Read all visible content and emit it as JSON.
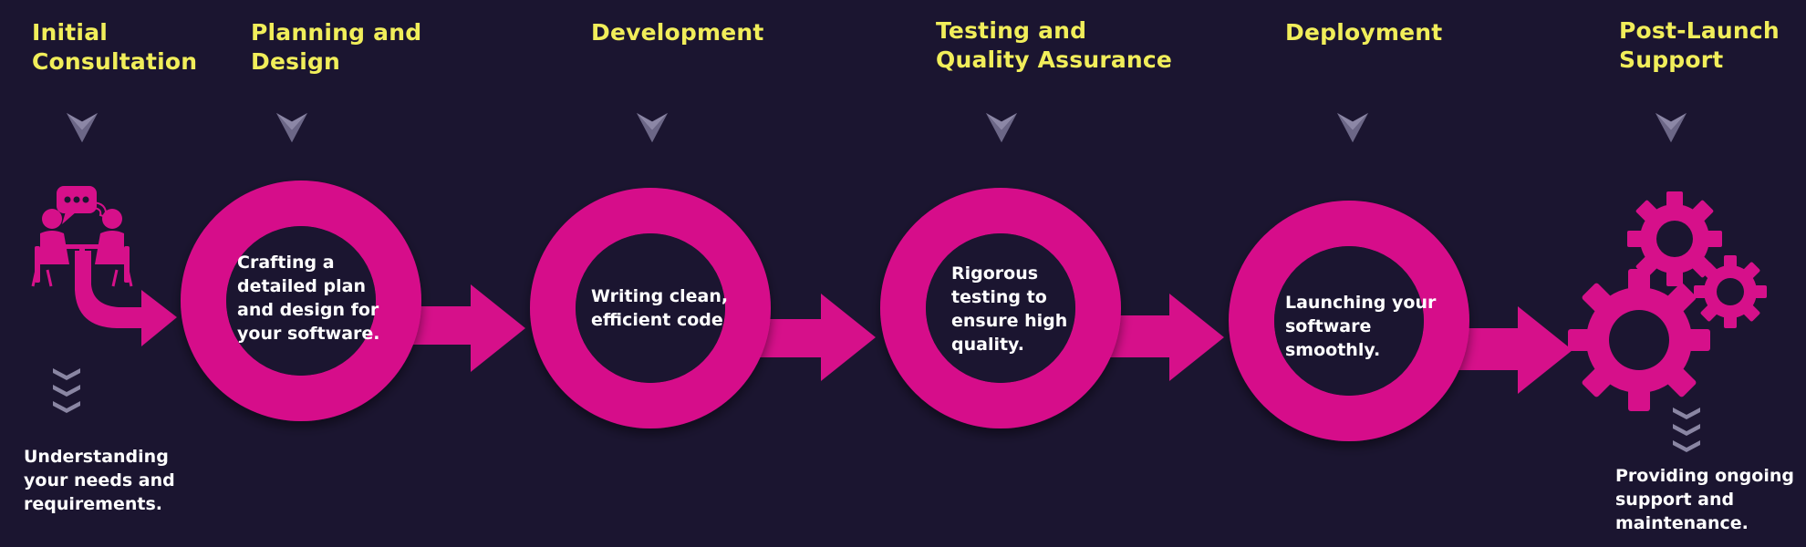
{
  "steps": [
    {
      "title": "Initial\nConsultation",
      "desc": "Understanding\nyour needs and\nrequirements.",
      "icon": "consultation-meeting-icon"
    },
    {
      "title": "Planning   and\nDesign",
      "desc": "Crafting a\ndetailed plan\nand design for\nyour software."
    },
    {
      "title": "Development",
      "desc": "Writing clean,\nefficient code"
    },
    {
      "title": "Testing and\nQuality Assurance",
      "desc": "Rigorous\ntesting to\nensure high\nquality."
    },
    {
      "title": "Deployment",
      "desc": "Launching your\nsoftware\nsmoothly."
    },
    {
      "title": "Post-Launch\nSupport",
      "desc": "Providing ongoing\nsupport and\nmaintenance.",
      "icon": "gears-icon"
    }
  ],
  "colors": {
    "background": "#1b1530",
    "title": "#f1ee5a",
    "ring": "#d6108a",
    "ring_shadow": "#a30a68",
    "chevron": "#6c6787",
    "text": "#ffffff"
  }
}
